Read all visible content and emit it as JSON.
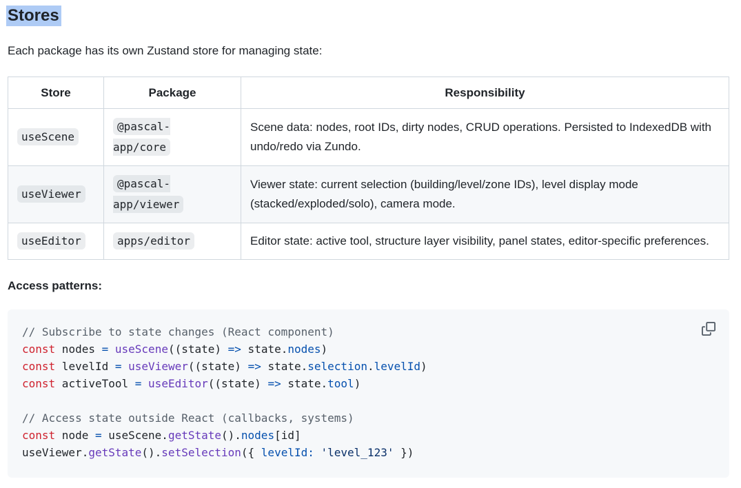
{
  "page": {
    "heading": "Stores",
    "intro": "Each package has its own Zustand store for managing state:",
    "access_label": "Access patterns:"
  },
  "table": {
    "headers": [
      "Store",
      "Package",
      "Responsibility"
    ],
    "rows": [
      {
        "store": "useScene",
        "package": "@pascal-\napp/core",
        "responsibility": "Scene data: nodes, root IDs, dirty nodes, CRUD operations. Persisted to IndexedDB with undo/redo via Zundo."
      },
      {
        "store": "useViewer",
        "package": "@pascal-\napp/viewer",
        "responsibility": "Viewer state: current selection (building/level/zone IDs), level display mode (stacked/exploded/solo), camera mode."
      },
      {
        "store": "useEditor",
        "package": "apps/editor",
        "responsibility": "Editor state: active tool, structure layer visibility, panel states, editor-specific preferences."
      }
    ]
  },
  "code_block": {
    "copy_icon": "copy-icon",
    "lines": [
      [
        [
          "comment",
          "// Subscribe to state changes (React component)"
        ]
      ],
      [
        [
          "keyword",
          "const"
        ],
        [
          "plain",
          " nodes "
        ],
        [
          "operator",
          "="
        ],
        [
          "plain",
          " "
        ],
        [
          "function",
          "useScene"
        ],
        [
          "plain",
          "((state) "
        ],
        [
          "operator",
          "=>"
        ],
        [
          "plain",
          " state."
        ],
        [
          "property",
          "nodes"
        ],
        [
          "plain",
          ")"
        ]
      ],
      [
        [
          "keyword",
          "const"
        ],
        [
          "plain",
          " levelId "
        ],
        [
          "operator",
          "="
        ],
        [
          "plain",
          " "
        ],
        [
          "function",
          "useViewer"
        ],
        [
          "plain",
          "((state) "
        ],
        [
          "operator",
          "=>"
        ],
        [
          "plain",
          " state."
        ],
        [
          "property",
          "selection"
        ],
        [
          "plain",
          "."
        ],
        [
          "property",
          "levelId"
        ],
        [
          "plain",
          ")"
        ]
      ],
      [
        [
          "keyword",
          "const"
        ],
        [
          "plain",
          " activeTool "
        ],
        [
          "operator",
          "="
        ],
        [
          "plain",
          " "
        ],
        [
          "function",
          "useEditor"
        ],
        [
          "plain",
          "((state) "
        ],
        [
          "operator",
          "=>"
        ],
        [
          "plain",
          " state."
        ],
        [
          "property",
          "tool"
        ],
        [
          "plain",
          ")"
        ]
      ],
      [],
      [
        [
          "comment",
          "// Access state outside React (callbacks, systems)"
        ]
      ],
      [
        [
          "keyword",
          "const"
        ],
        [
          "plain",
          " node "
        ],
        [
          "operator",
          "="
        ],
        [
          "plain",
          " useScene."
        ],
        [
          "function",
          "getState"
        ],
        [
          "plain",
          "()."
        ],
        [
          "property",
          "nodes"
        ],
        [
          "plain",
          "[id]"
        ]
      ],
      [
        [
          "plain",
          "useViewer."
        ],
        [
          "function",
          "getState"
        ],
        [
          "plain",
          "()."
        ],
        [
          "function",
          "setSelection"
        ],
        [
          "plain",
          "({ "
        ],
        [
          "property",
          "levelId:"
        ],
        [
          "plain",
          " "
        ],
        [
          "string",
          "'level_123'"
        ],
        [
          "plain",
          " })"
        ]
      ]
    ]
  },
  "colors": {
    "selection_highlight": "#aecbf5",
    "text": "#1f2328",
    "table_border": "#d0d7de",
    "row_alt_background": "#f6f8fa",
    "code_background": "#f6f8fa",
    "inline_code_background": "rgba(175,184,193,0.25)",
    "icon": "#57606a",
    "syntax": {
      "comment": "#57606a",
      "keyword": "#cf222e",
      "function": "#6639ba",
      "property": "#0550ae",
      "operator": "#0550ae",
      "string": "#0a3069",
      "plain": "#1f2328"
    }
  }
}
